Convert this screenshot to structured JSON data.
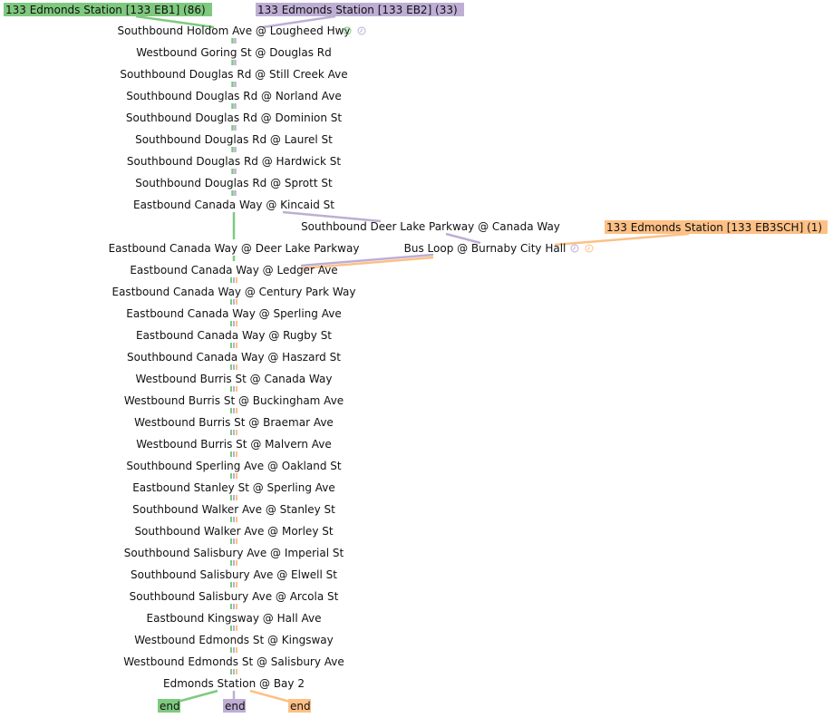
{
  "colors": {
    "green": "#7fc97f",
    "purple": "#beaed4",
    "orange": "#fdc086"
  },
  "routes": [
    {
      "key": "eb1",
      "label": "133 Edmonds Station [133 EB1] (86)",
      "color": "green"
    },
    {
      "key": "eb2",
      "label": "133 Edmonds Station [133 EB2] (33)",
      "color": "purple"
    },
    {
      "key": "eb3sch",
      "label": "133 Edmonds Station [133 EB3SCH] (1)",
      "color": "orange"
    }
  ],
  "stops": [
    "Southbound Holdom Ave @ Lougheed Hwy",
    "Westbound Goring St @ Douglas Rd",
    "Southbound Douglas Rd @ Still Creek Ave",
    "Southbound Douglas Rd @ Norland Ave",
    "Southbound Douglas Rd @ Dominion St",
    "Southbound Douglas Rd @ Laurel St",
    "Southbound Douglas Rd @ Hardwick St",
    "Southbound Douglas Rd @ Sprott St",
    "Eastbound Canada Way @ Kincaid St",
    "Southbound Deer Lake Parkway @ Canada Way",
    "Eastbound Canada Way @ Deer Lake Parkway",
    "Bus Loop @ Burnaby City Hall",
    "Eastbound Canada Way @ Ledger Ave",
    "Eastbound Canada Way @ Century Park Way",
    "Eastbound Canada Way @ Sperling Ave",
    "Eastbound Canada Way @ Rugby St",
    "Southbound Canada Way @ Haszard St",
    "Westbound Burris St @ Canada Way",
    "Westbound Burris St @ Buckingham Ave",
    "Westbound Burris St @ Braemar Ave",
    "Westbound Burris St @ Malvern Ave",
    "Southbound Sperling Ave @ Oakland St",
    "Eastbound Stanley St @ Sperling Ave",
    "Southbound Walker Ave @ Stanley St",
    "Southbound Walker Ave @ Morley St",
    "Southbound Salisbury Ave @ Imperial St",
    "Southbound Salisbury Ave @ Elwell St",
    "Southbound Salisbury Ave @ Arcola St",
    "Eastbound Kingsway @ Hall Ave",
    "Westbound Edmonds St @ Kingsway",
    "Westbound Edmonds St @ Salisbury Ave",
    "Edmonds Station @ Bay 2"
  ],
  "end_label": "end",
  "icons": {
    "timepoint": "clock-icon"
  }
}
